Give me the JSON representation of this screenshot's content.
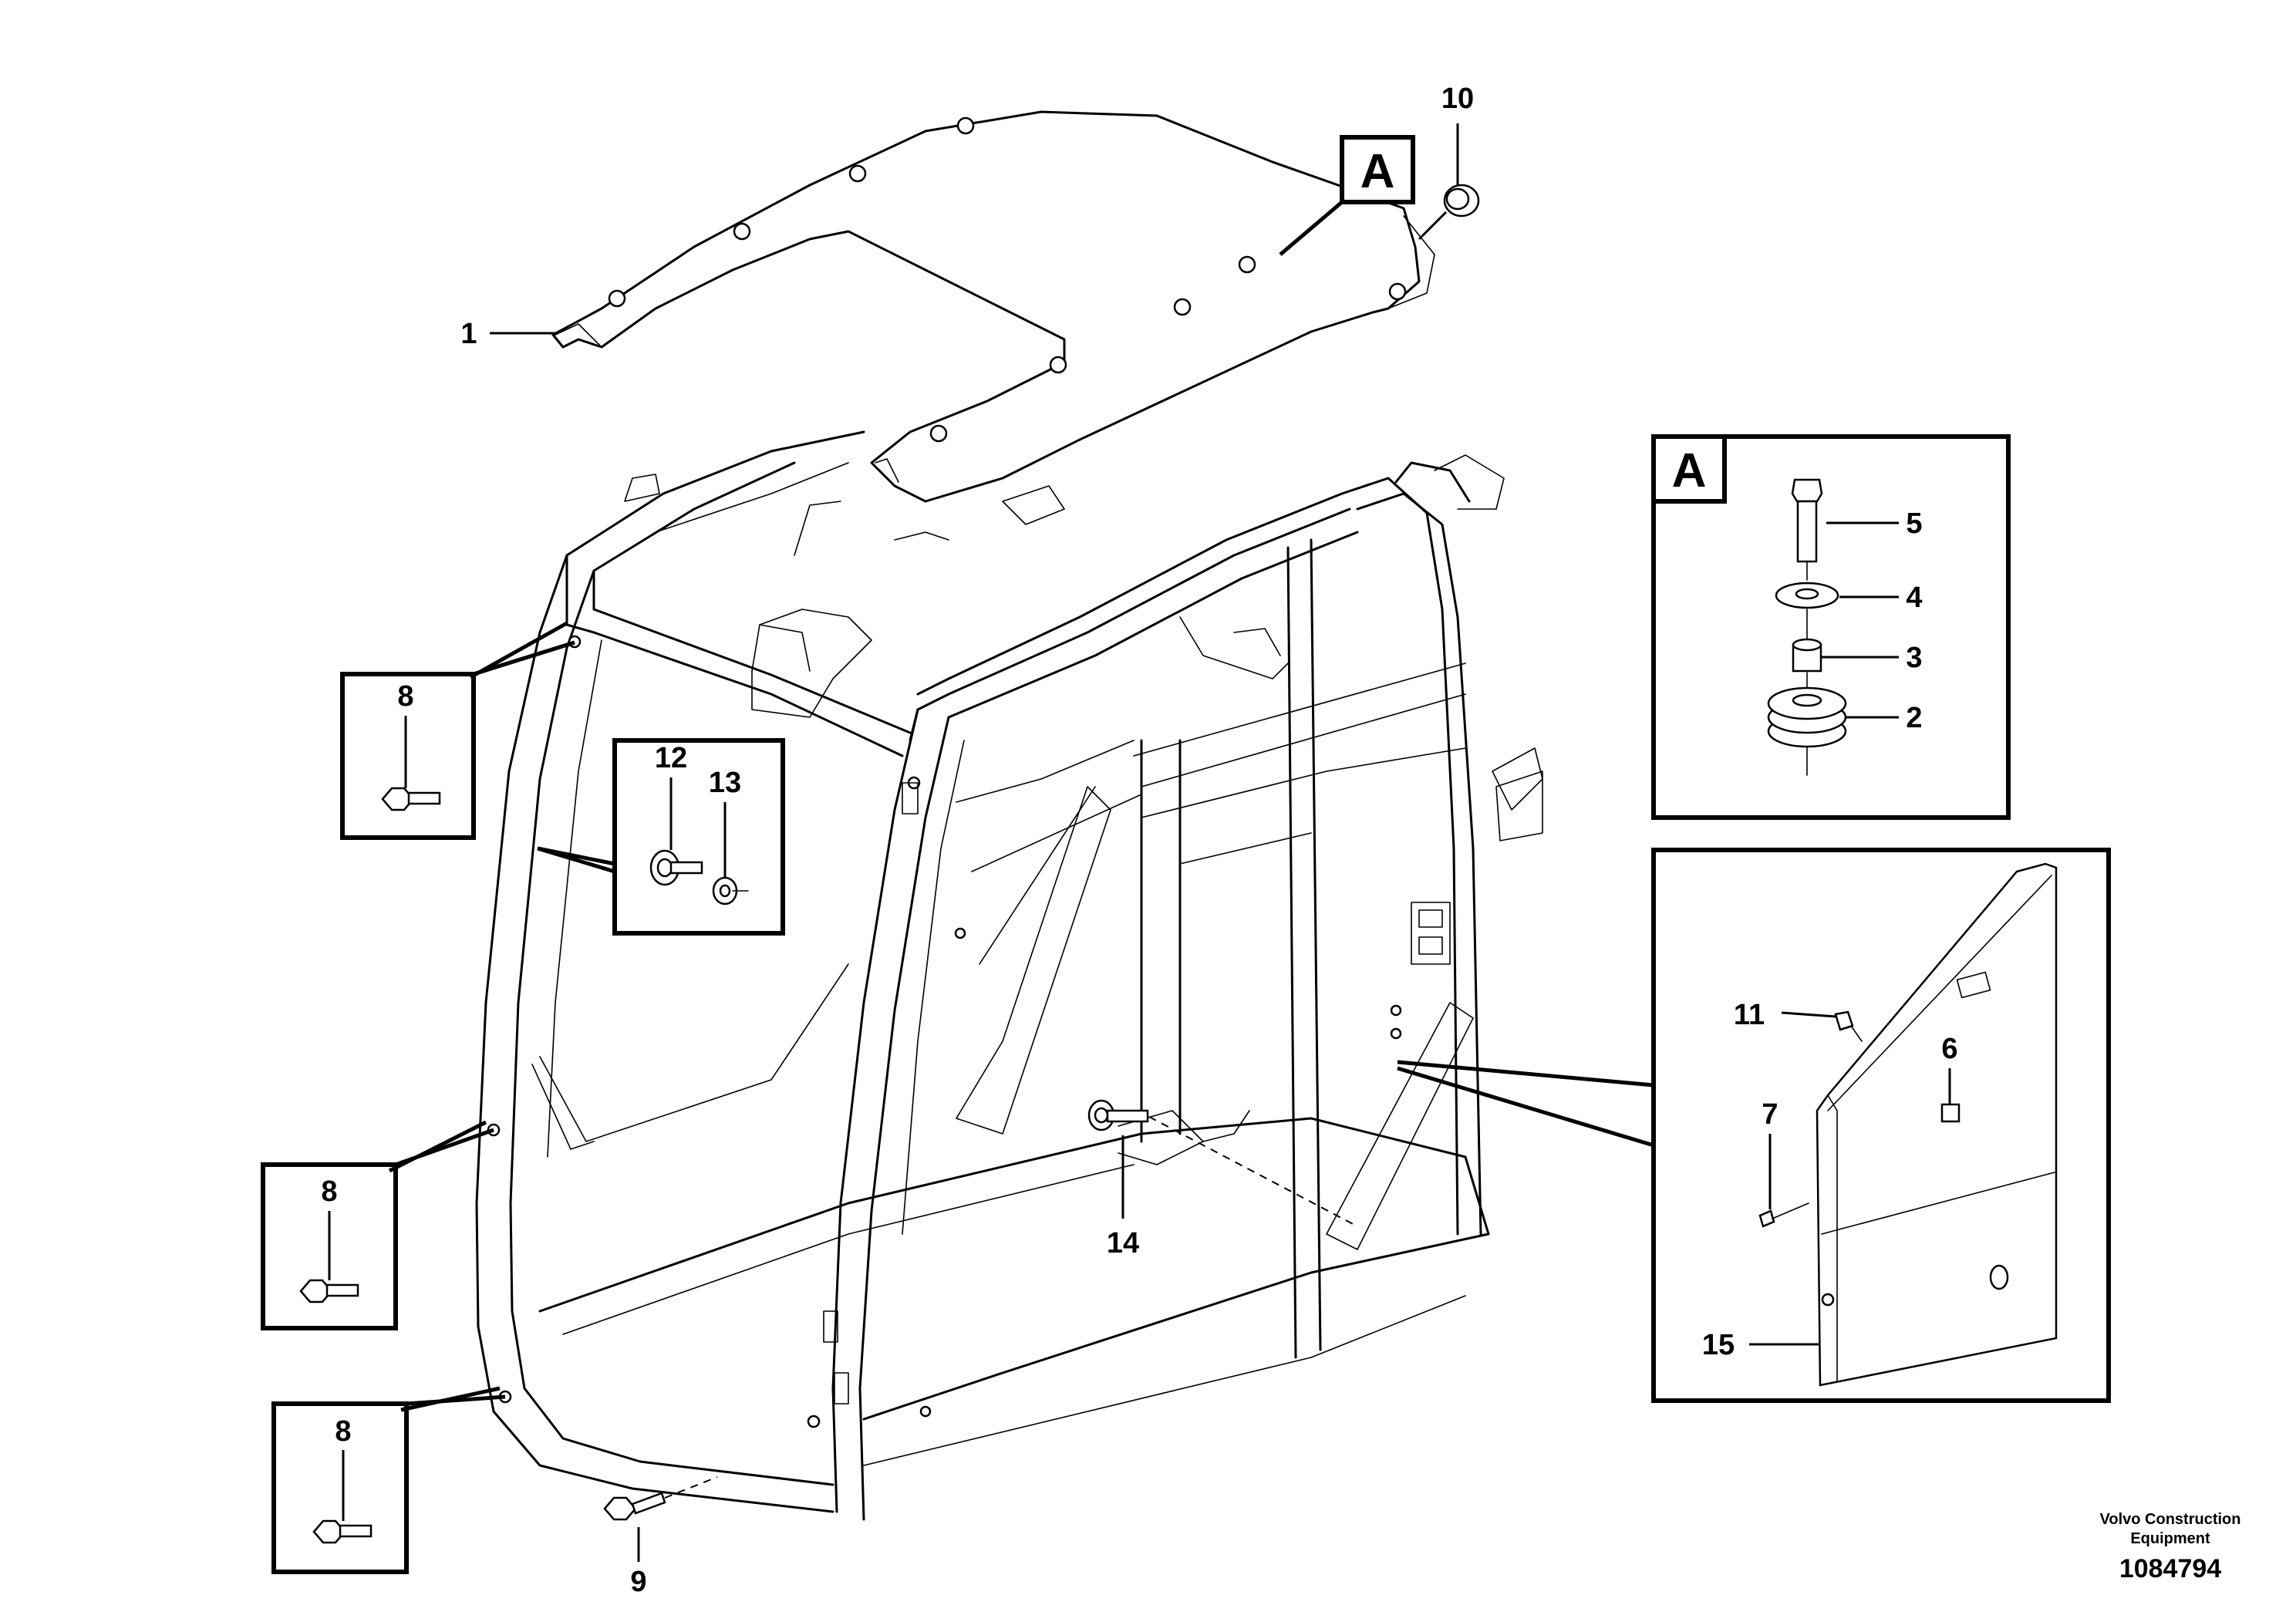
{
  "diagram": {
    "callouts": {
      "c1": "1",
      "c2": "2",
      "c3": "3",
      "c4": "4",
      "c5": "5",
      "c6": "6",
      "c7": "7",
      "c8a": "8",
      "c8b": "8",
      "c8c": "8",
      "c9": "9",
      "c10": "10",
      "c11": "11",
      "c12": "12",
      "c13": "13",
      "c14": "14",
      "c15": "15"
    },
    "detail_ref": "A",
    "detail_box_label": "A",
    "credit_line1": "Volvo Construction",
    "credit_line2": "Equipment",
    "document_number": "1084794"
  }
}
